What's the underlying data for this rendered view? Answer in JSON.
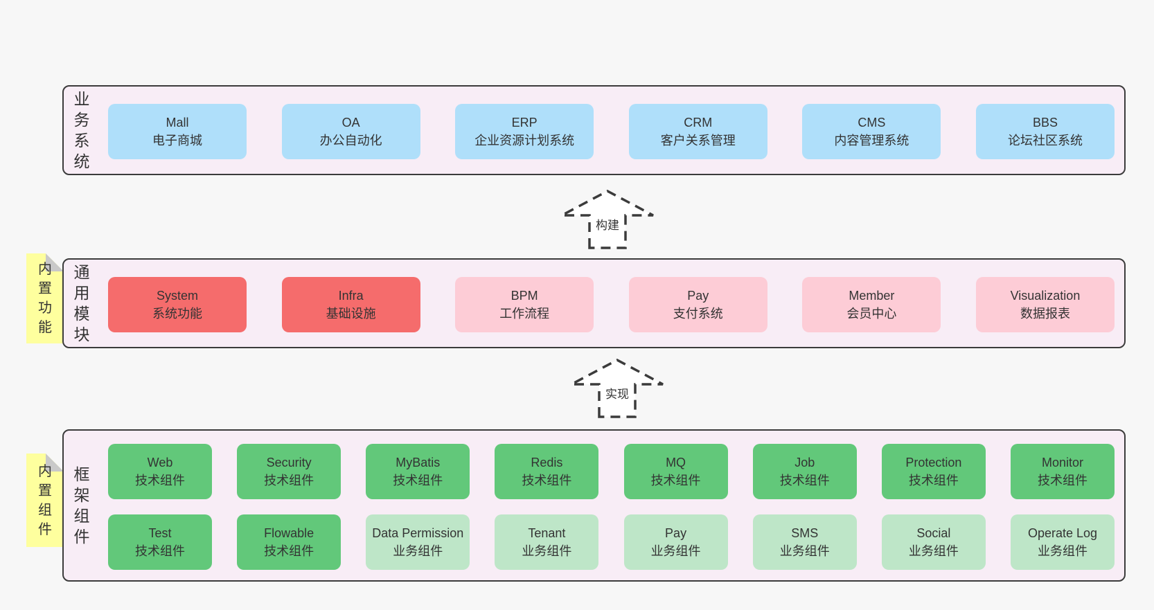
{
  "colors": {
    "page_bg": "#f7f7f7",
    "panel_bg": "#f8edf6",
    "panel_border": "#3b3b3b",
    "blue_box": "#afdffa",
    "red_box": "#f56c6c",
    "pink_box": "#fdccd6",
    "green_box": "#62c87a",
    "light_green_box": "#bee6c8",
    "sticky_note": "#feff9e",
    "note_fold": "#c9c9c9",
    "text": "#333333"
  },
  "arrows": [
    {
      "label": "构建"
    },
    {
      "label": "实现"
    }
  ],
  "panels": {
    "business": {
      "label": "业务系统",
      "boxes": [
        {
          "title": "Mall",
          "subtitle": "电子商城"
        },
        {
          "title": "OA",
          "subtitle": "办公自动化"
        },
        {
          "title": "ERP",
          "subtitle": "企业资源计划系统"
        },
        {
          "title": "CRM",
          "subtitle": "客户关系管理"
        },
        {
          "title": "CMS",
          "subtitle": "内容管理系统"
        },
        {
          "title": "BBS",
          "subtitle": "论坛社区系统"
        }
      ]
    },
    "modules": {
      "label": "通用模块",
      "note": "内置功能",
      "boxes": [
        {
          "title": "System",
          "subtitle": "系统功能",
          "variant": "red"
        },
        {
          "title": "Infra",
          "subtitle": "基础设施",
          "variant": "red"
        },
        {
          "title": "BPM",
          "subtitle": "工作流程",
          "variant": "pink"
        },
        {
          "title": "Pay",
          "subtitle": "支付系统",
          "variant": "pink"
        },
        {
          "title": "Member",
          "subtitle": "会员中心",
          "variant": "pink"
        },
        {
          "title": "Visualization",
          "subtitle": "数据报表",
          "variant": "pink"
        }
      ]
    },
    "framework": {
      "label": "框架组件",
      "note": "内置组件",
      "row1": [
        {
          "title": "Web",
          "subtitle": "技术组件",
          "variant": "green"
        },
        {
          "title": "Security",
          "subtitle": "技术组件",
          "variant": "green"
        },
        {
          "title": "MyBatis",
          "subtitle": "技术组件",
          "variant": "green"
        },
        {
          "title": "Redis",
          "subtitle": "技术组件",
          "variant": "green"
        },
        {
          "title": "MQ",
          "subtitle": "技术组件",
          "variant": "green"
        },
        {
          "title": "Job",
          "subtitle": "技术组件",
          "variant": "green"
        },
        {
          "title": "Protection",
          "subtitle": "技术组件",
          "variant": "green"
        },
        {
          "title": "Monitor",
          "subtitle": "技术组件",
          "variant": "green"
        }
      ],
      "row2": [
        {
          "title": "Test",
          "subtitle": "技术组件",
          "variant": "green"
        },
        {
          "title": "Flowable",
          "subtitle": "技术组件",
          "variant": "green"
        },
        {
          "title": "Data Permission",
          "subtitle": "业务组件",
          "variant": "lightgreen"
        },
        {
          "title": "Tenant",
          "subtitle": "业务组件",
          "variant": "lightgreen"
        },
        {
          "title": "Pay",
          "subtitle": "业务组件",
          "variant": "lightgreen"
        },
        {
          "title": "SMS",
          "subtitle": "业务组件",
          "variant": "lightgreen"
        },
        {
          "title": "Social",
          "subtitle": "业务组件",
          "variant": "lightgreen"
        },
        {
          "title": "Operate Log",
          "subtitle": "业务组件",
          "variant": "lightgreen"
        }
      ]
    }
  }
}
